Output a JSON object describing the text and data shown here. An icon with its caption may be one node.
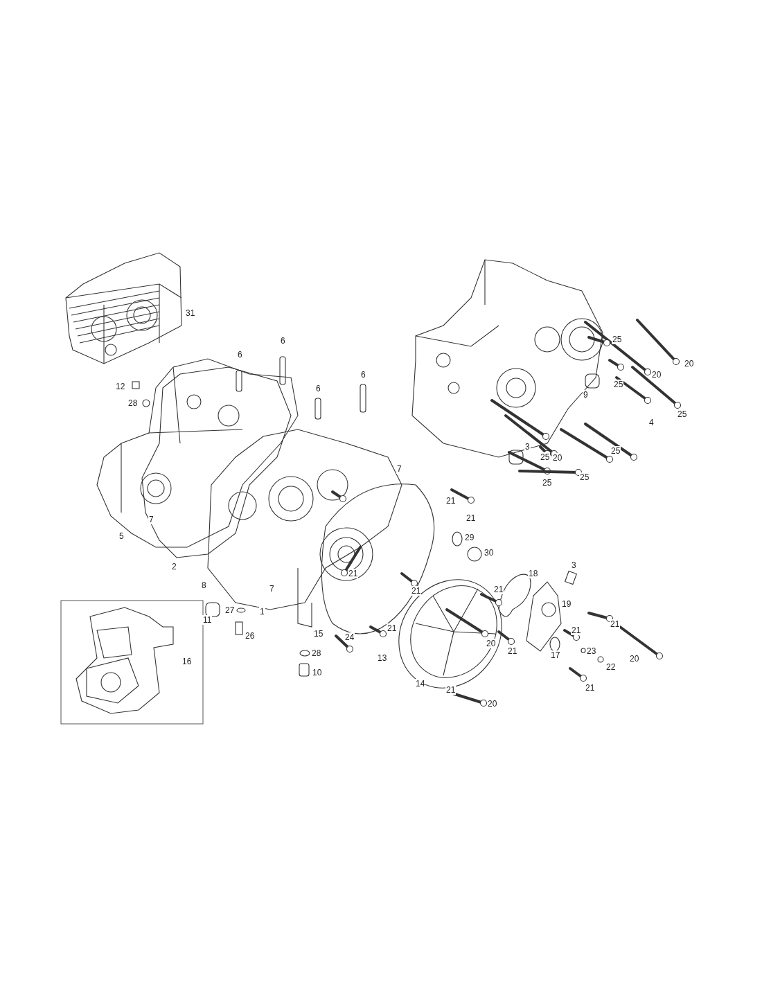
{
  "diagram": {
    "labels": [
      "31",
      "6",
      "25",
      "20",
      "6",
      "20",
      "12",
      "6",
      "6",
      "25",
      "9",
      "28",
      "25",
      "4",
      "25",
      "20",
      "7",
      "3",
      "25",
      "25",
      "25",
      "21",
      "21",
      "7",
      "5",
      "29",
      "21",
      "30",
      "2",
      "3",
      "18",
      "8",
      "21",
      "7",
      "1",
      "27",
      "21",
      "19",
      "11",
      "21",
      "21",
      "15",
      "24",
      "26",
      "21",
      "20",
      "21",
      "23",
      "17",
      "13",
      "16",
      "28",
      "20",
      "22",
      "10",
      "14",
      "21",
      "21",
      "20"
    ]
  }
}
